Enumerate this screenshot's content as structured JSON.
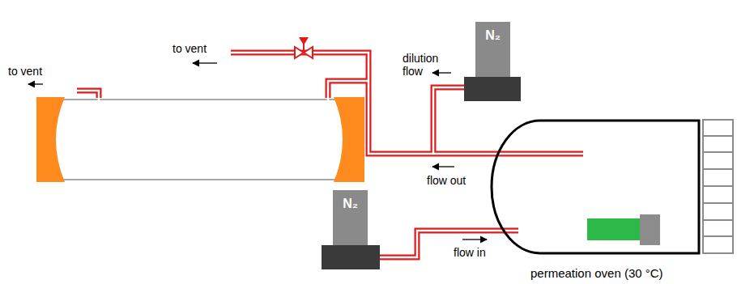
{
  "diagram": {
    "nodes": [
      {
        "text": [
          "N₂"
        ]
      },
      {
        "text": [
          "N₂"
        ]
      },
      {
        "text": [
          "permeation oven (30 °C)"
        ]
      }
    ],
    "edges": [
      {
        "from": 1,
        "to": 2,
        "arrow": "none",
        "label": "flow in"
      }
    ],
    "labels": [
      "to vent",
      "to vent",
      "dilution flow",
      "flow out"
    ]
  }
}
